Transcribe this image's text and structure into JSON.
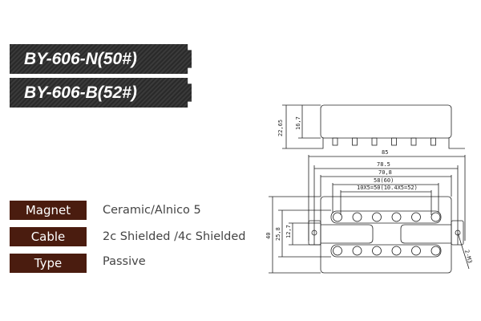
{
  "models": [
    "BY-606-N(50#)",
    "BY-606-B(52#)"
  ],
  "specs": [
    {
      "label": "Magnet",
      "value": "Ceramic/Alnico 5"
    },
    {
      "label": "Cable",
      "value": "2c Shielded /4c Shielded"
    },
    {
      "label": "Type",
      "value": "Passive"
    }
  ],
  "dimensions": {
    "total_height": "22,65",
    "body_height": "16,7",
    "length": "85",
    "mount_spacing": "78.5",
    "body_length": "70,8",
    "slot_length": "58(60)",
    "pole_spacing": "10X5=50(10.4X5=52)",
    "width": "40",
    "coil_width": "25,8",
    "center": "12,7",
    "screw": "2-M3"
  }
}
